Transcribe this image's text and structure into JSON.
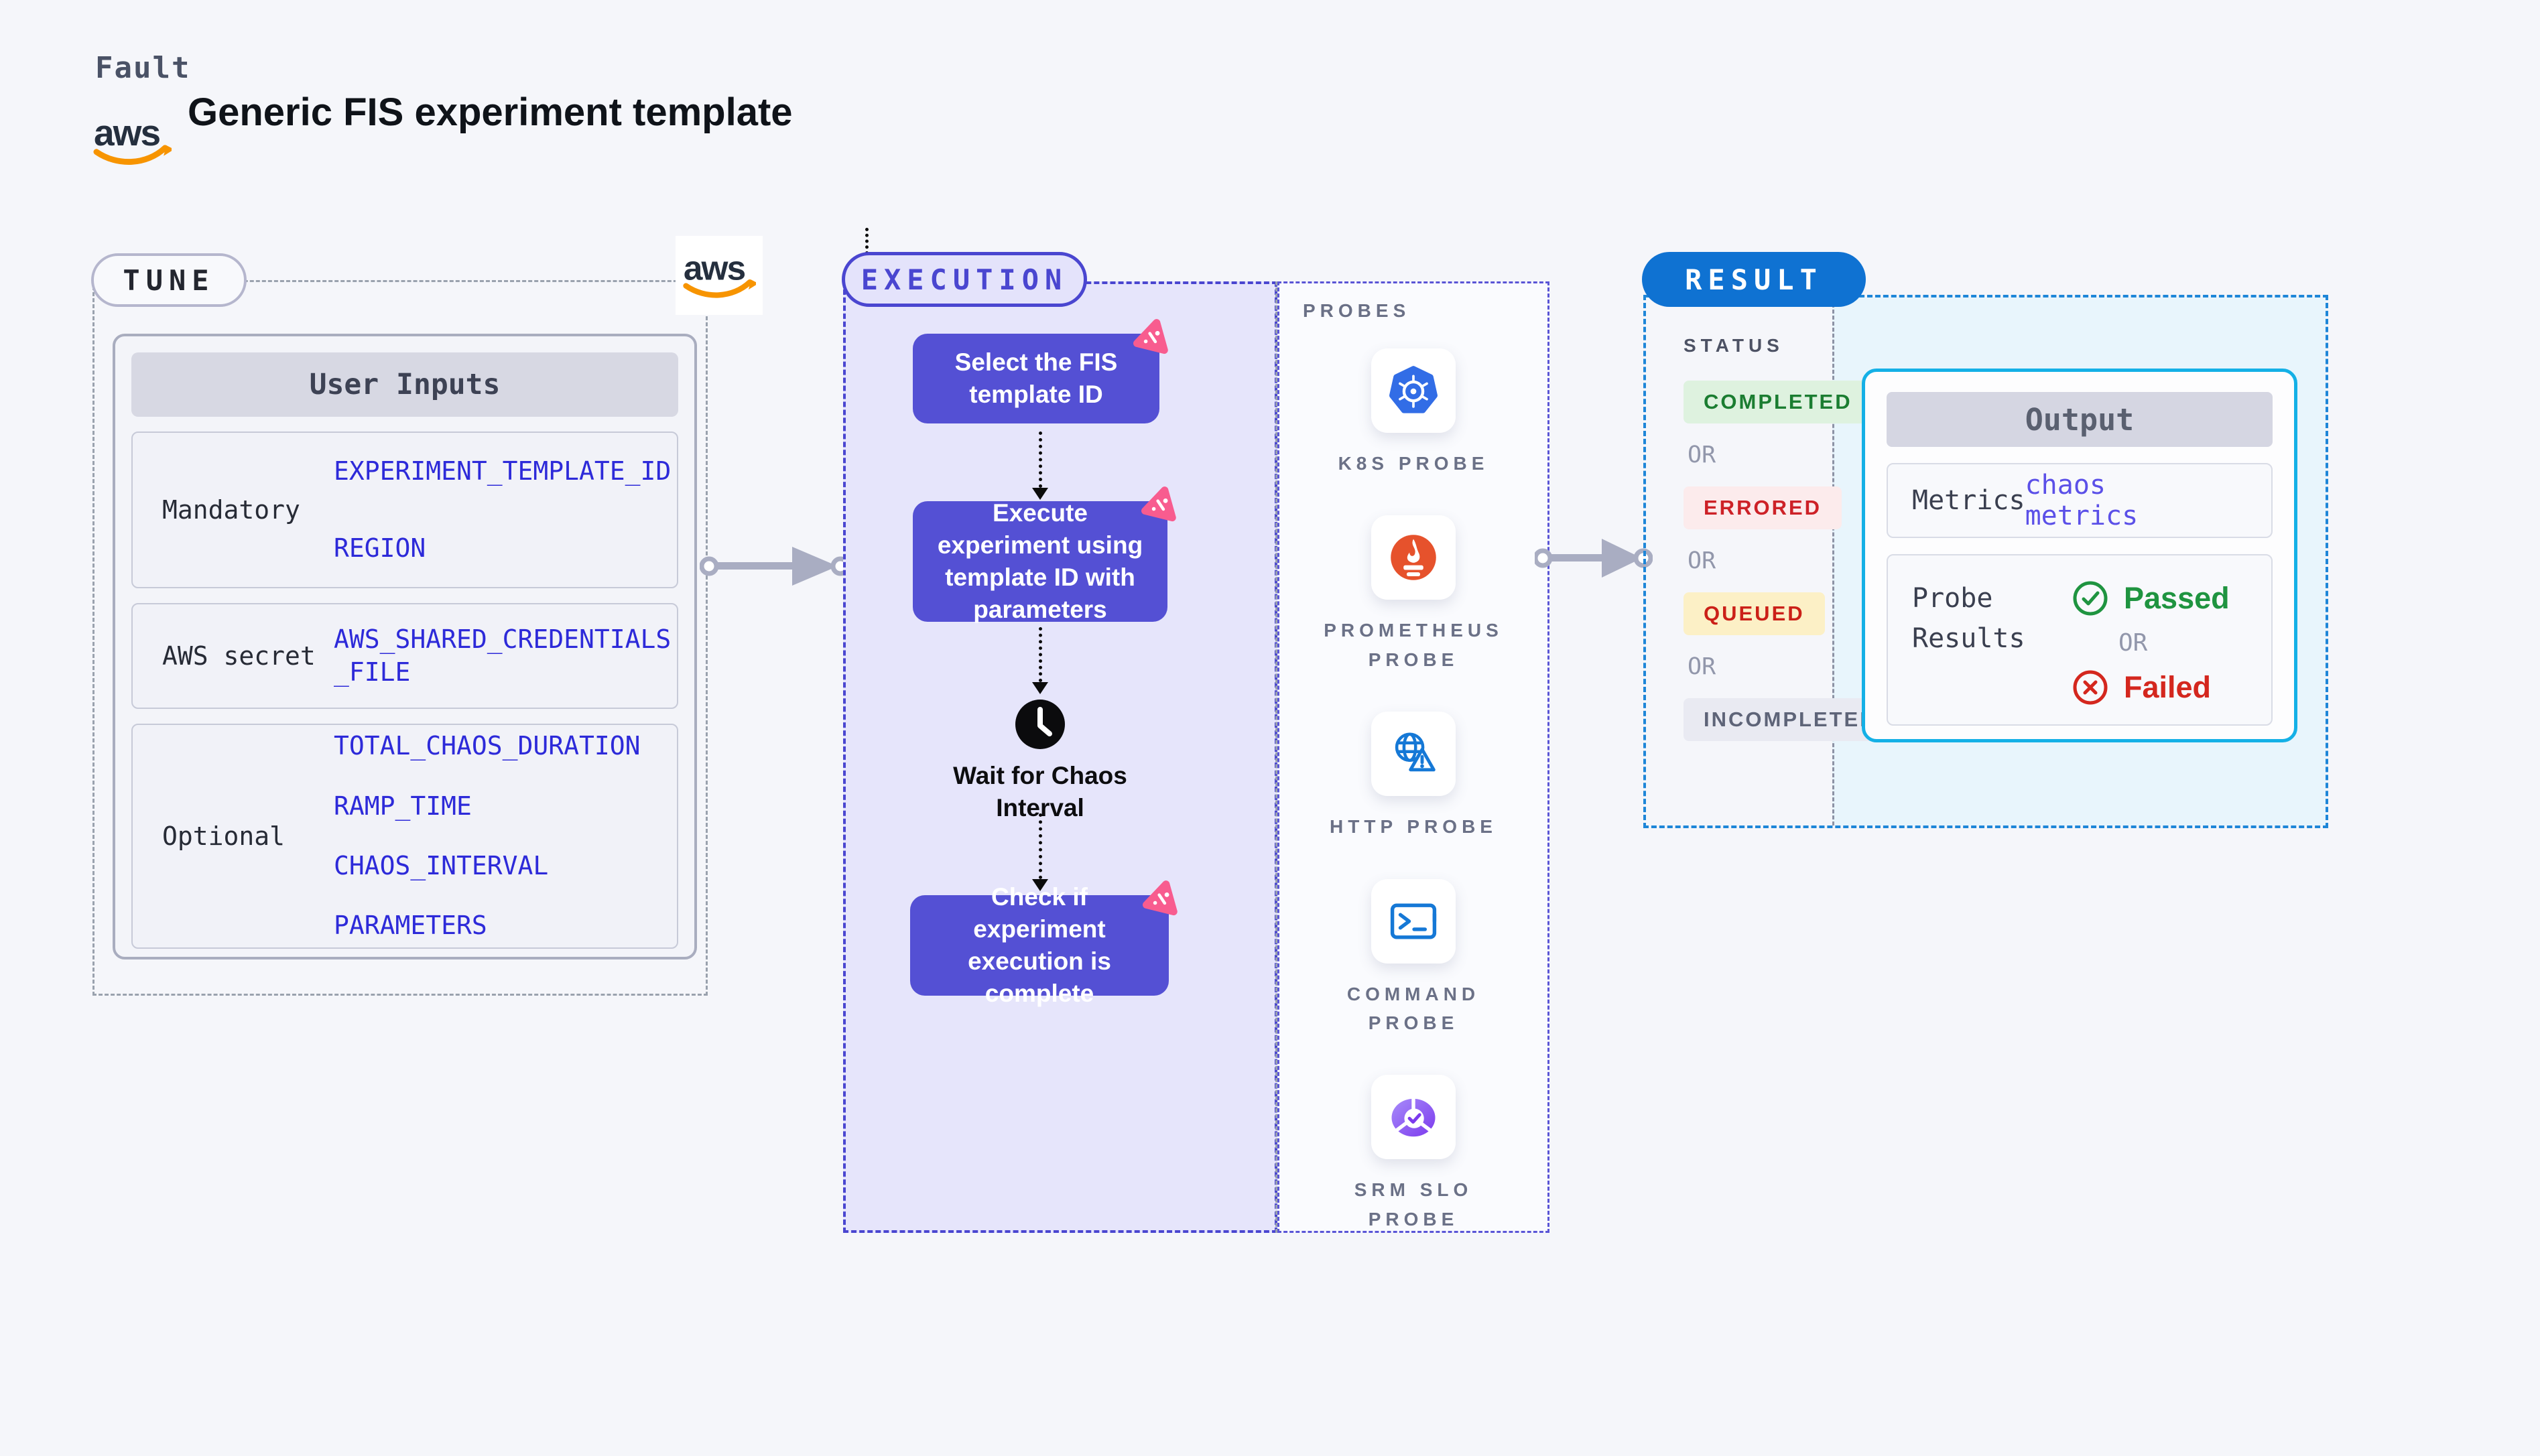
{
  "header": {
    "brand": "Fault",
    "title": "Generic FIS experiment template",
    "aws_logo_text": "aws"
  },
  "tune": {
    "pill": "TUNE",
    "card_title": "User Inputs",
    "rows": [
      {
        "label": "Mandatory",
        "params": [
          "EXPERIMENT_TEMPLATE_ID",
          "REGION"
        ]
      },
      {
        "label": "AWS secret",
        "params": [
          "AWS_SHARED_CREDENTIALS_FILE"
        ]
      },
      {
        "label": "Optional",
        "params": [
          "TOTAL_CHAOS_DURATION",
          "RAMP_TIME",
          "CHAOS_INTERVAL",
          "PARAMETERS"
        ]
      }
    ]
  },
  "execution": {
    "pill": "EXECUTION",
    "nodes": {
      "select": "Select the FIS template ID",
      "execute": "Execute experiment using template ID with parameters",
      "wait": "Wait for Chaos Interval",
      "check": "Check if experiment execution is complete"
    }
  },
  "probes": {
    "title": "PROBES",
    "items": [
      {
        "icon": "kubernetes-icon",
        "label": "K8S PROBE"
      },
      {
        "icon": "prometheus-icon",
        "label": "PROMETHEUS PROBE"
      },
      {
        "icon": "globe-warning-icon",
        "label": "HTTP PROBE"
      },
      {
        "icon": "terminal-icon",
        "label": "COMMAND PROBE"
      },
      {
        "icon": "pie-check-icon",
        "label": "SRM SLO PROBE"
      }
    ]
  },
  "result": {
    "pill": "RESULT",
    "status_title": "STATUS",
    "or_label": "OR",
    "statuses": [
      {
        "label": "COMPLETED",
        "fg": "#1b7d31",
        "bg": "#def2df"
      },
      {
        "label": "ERRORED",
        "fg": "#cd2127",
        "bg": "#fcebec"
      },
      {
        "label": "QUEUED",
        "fg": "#cb2018",
        "bg": "#fcf0c6"
      },
      {
        "label": "INCOMPLETED",
        "fg": "#5e6478",
        "bg": "#e9eaf2"
      }
    ],
    "output": {
      "title": "Output",
      "metrics_label": "Metrics",
      "metrics_value": "chaos metrics",
      "probe_results_label": "Probe Results",
      "passed_label": "Passed",
      "failed_label": "Failed",
      "or_label": "OR"
    }
  },
  "colors": {
    "page_bg": "#f5f6fa",
    "execution_accent": "#4a46d0",
    "node_bg": "#5450d4",
    "flow_bg": "#e6e5fb",
    "result_accent": "#1e86d8",
    "output_border": "#14b0e6",
    "result_bg": "#e8f5fc",
    "litmus_pink": "#f85c8f",
    "connector_gray": "#a9adc2",
    "passed_green": "#1f9440",
    "failed_red": "#d4271e",
    "param_blue": "#2d2ad9",
    "aws_orange": "#f79400"
  }
}
